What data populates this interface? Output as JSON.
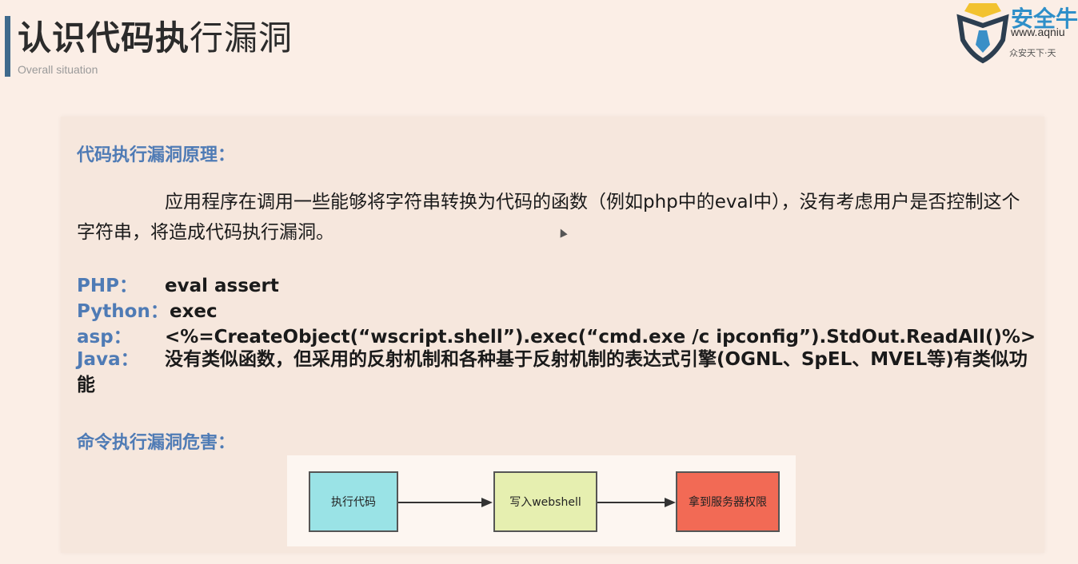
{
  "header": {
    "title_part1": "认识",
    "title_part2": "代码执",
    "title_part3": "行漏洞",
    "subtitle": "Overall situation"
  },
  "logo": {
    "brand": "安全牛",
    "url": "www.aqniu",
    "slogan": "众安天下·天"
  },
  "content": {
    "principle_heading": "代码执行漏洞原理：",
    "principle_text": "应用程序在调用一些能够将字符串转换为代码的函数（例如php中的eval中），没有考虑用户是否控制这个字符串，将造成代码执行漏洞。",
    "languages": [
      {
        "name": "PHP：",
        "value": "eval assert"
      },
      {
        "name": "Python：",
        "value": "exec"
      },
      {
        "name": "asp：",
        "value": "<%=CreateObject(“wscript.shell”).exec(“cmd.exe /c ipconfig”).StdOut.ReadAll()%>"
      },
      {
        "name": "Java：",
        "value": "没有类似函数，但采用的反射机制和各种基于反射机制的表达式引擎(OGNL、SpEL、MVEL等)有类似功能"
      }
    ],
    "harm_heading": "命令执行漏洞危害：",
    "flow": [
      {
        "label": "执行代码",
        "color": "#9ae3e6"
      },
      {
        "label": "写入webshell",
        "color": "#e6efb0"
      },
      {
        "label": "拿到服务器权限",
        "color": "#f26a55"
      }
    ]
  }
}
